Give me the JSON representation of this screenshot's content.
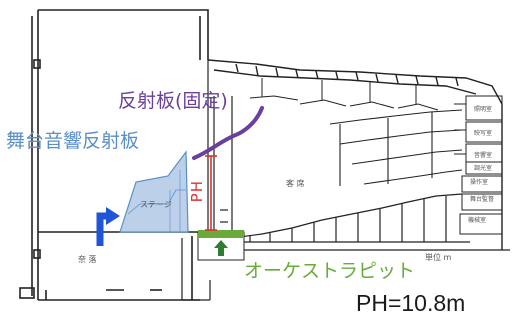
{
  "labels": {
    "reflector_fixed": "反射板(固定)",
    "stage_reflector": "舞台音響反射板",
    "ph_marker": "PH",
    "orchestra_pit": "オーケストラピット",
    "ph_value": "PH=10.8m"
  },
  "drawing_text": {
    "stage": "ステージ",
    "naraku": "奈 落",
    "seats": "客 席",
    "scale": "単位 m",
    "right_rooms": [
      "照明室",
      "映写室",
      "音響室",
      "調光室",
      "操作室",
      "舞台監督",
      "機械室"
    ]
  },
  "colors": {
    "reflector_fixed": "#6b3fa0",
    "stage_reflector": "#5b8fc9",
    "stage_reflector_fill": "#bcd0ea",
    "ph": "#e03030",
    "orchestra_pit": "#6aaa3a",
    "arrow_blue": "#1f55d6",
    "line": "#222222"
  },
  "icons": {
    "stage_arrow": "arrow-up-right-icon",
    "pit_arrow": "arrow-up-icon"
  }
}
